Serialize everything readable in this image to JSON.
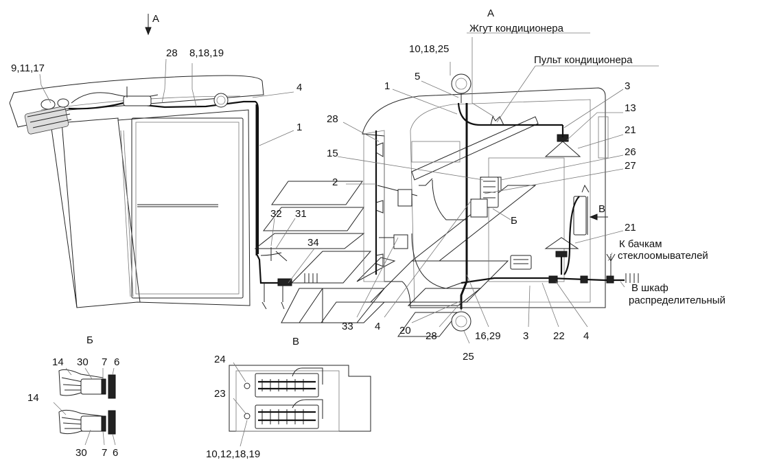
{
  "view_marks": {
    "view_a_top": "А",
    "view_a_right": "А",
    "section_b": "Б",
    "view_v_right": "В",
    "view_v_label": "В",
    "detail_b_label": "Б"
  },
  "notes": {
    "harness_ac": "Жгут кондиционера",
    "ac_panel": "Пульт кондиционера",
    "washer_tanks_line1": "К бачкам",
    "washer_tanks_line2": "стеклоомывателей",
    "dist_cabinet_line1": "В шкаф",
    "dist_cabinet_line2": "распределительный"
  },
  "callouts": {
    "c_9_11_17": "9,11,17",
    "c_28_top": "28",
    "c_8_18_19": "8,18,19",
    "c_4_top": "4",
    "c_1_left": "1",
    "c_32": "32",
    "c_31": "31",
    "c_34": "34",
    "c_10_18_25": "10,18,25",
    "c_5": "5",
    "c_1_right": "1",
    "c_28_mid": "28",
    "c_15": "15",
    "c_2": "2",
    "c_3_top": "3",
    "c_13": "13",
    "c_21_top": "21",
    "c_26": "26",
    "c_27": "27",
    "c_21_mid": "21",
    "c_33": "33",
    "c_4_bottom": "4",
    "c_20": "20",
    "c_28_bottom": "28",
    "c_25": "25",
    "c_16_29": "16,29",
    "c_3_bottom": "3",
    "c_22": "22",
    "c_4_right": "4",
    "c_14_a": "14",
    "c_30_a": "30",
    "c_7_a": "7",
    "c_6_a": "6",
    "c_14_b": "14",
    "c_30_b": "30",
    "c_7_b": "7",
    "c_6_b": "6",
    "c_24": "24",
    "c_23": "23",
    "c_10_12_18_19": "10,12,18,19"
  }
}
